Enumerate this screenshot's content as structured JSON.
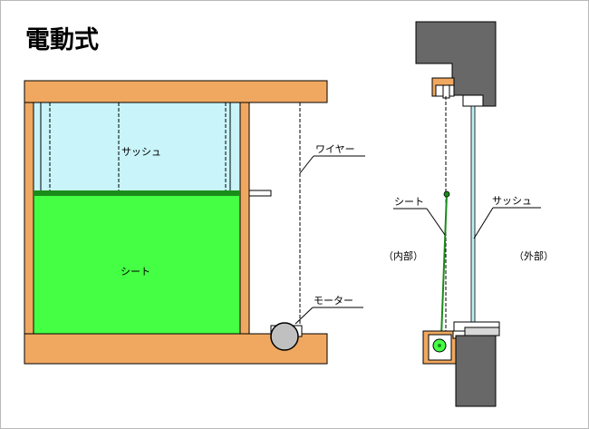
{
  "title": "電動式",
  "front_view": {
    "sash_label": "サッシュ",
    "sheet_label": "シート",
    "wire_label": "ワイヤー",
    "motor_label": "モーター"
  },
  "section_view": {
    "sheet_label": "シート",
    "sash_label": "サッシュ",
    "inside_label": "（内部）",
    "outside_label": "（外部）"
  },
  "colors": {
    "frame_wood": "#f0a860",
    "glass": "#c8f4fa",
    "sheet": "#44ff44",
    "sheet_edge": "#1a8c1a",
    "wall": "#686868",
    "motor": "#c0c0c0"
  }
}
